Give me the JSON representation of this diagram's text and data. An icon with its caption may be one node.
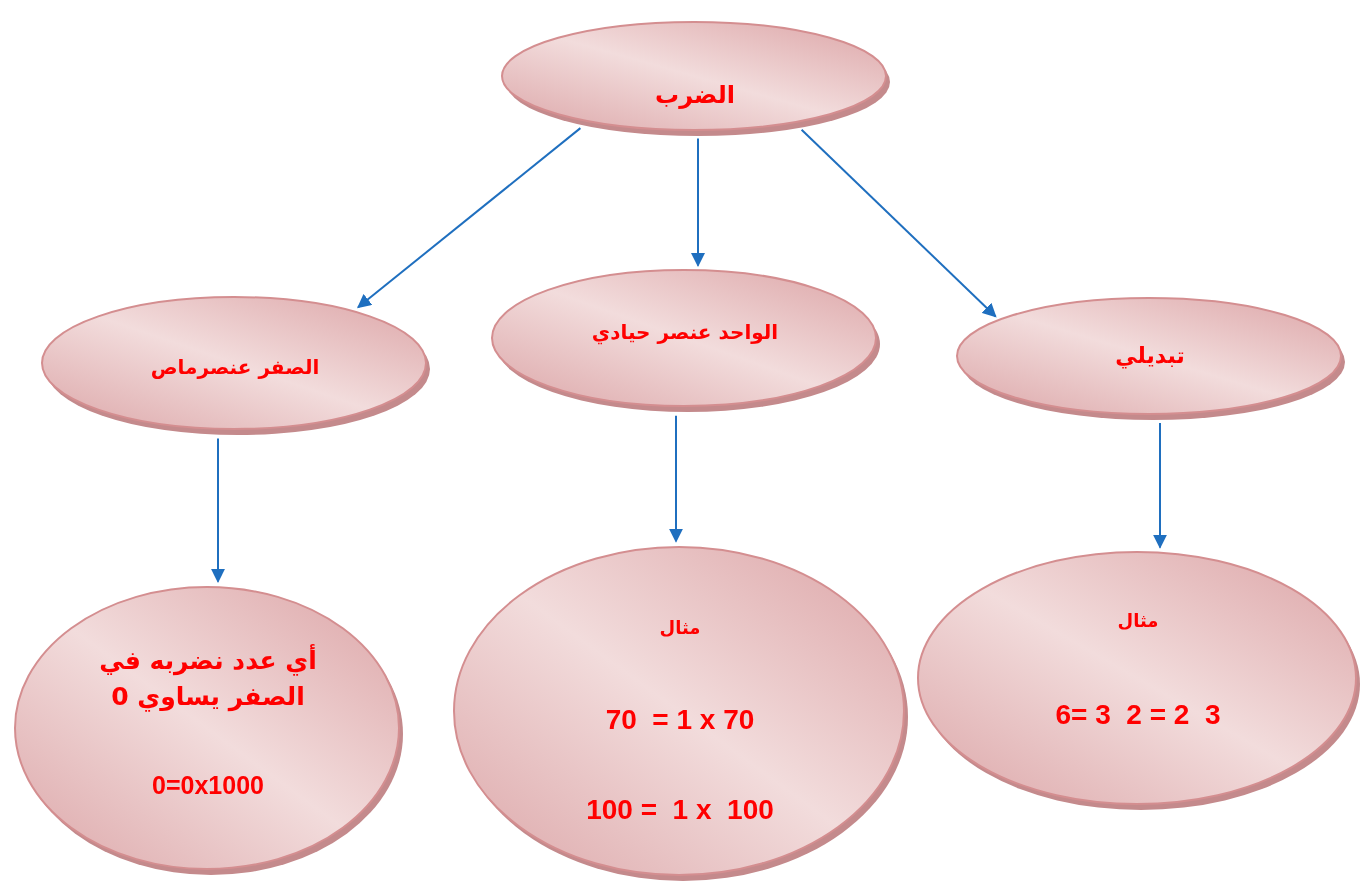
{
  "diagram": {
    "nodes": [
      {
        "text": [
          "الضرب"
        ]
      },
      {
        "text": [
          "الصفر عنصرماص"
        ]
      },
      {
        "text": [
          "الواحد عنصر حيادي"
        ]
      },
      {
        "text": [
          "تبديلي"
        ]
      },
      {
        "text": [
          "أي عدد نضربه في الصفر يساوي 0",
          "0=0x1000"
        ]
      },
      {
        "text": [
          "مثال",
          "70  = 1 x 70",
          "100 =  1 x  100"
        ]
      },
      {
        "text": [
          "مثال",
          "6= 3  2 = 2  3"
        ]
      }
    ],
    "edges": [
      {
        "from": 0,
        "to": 1,
        "arrow": "to"
      },
      {
        "from": 0,
        "to": 2,
        "arrow": "to"
      },
      {
        "from": 0,
        "to": 3,
        "arrow": "to"
      },
      {
        "from": 1,
        "to": 4,
        "arrow": "to"
      },
      {
        "from": 2,
        "to": 5,
        "arrow": "to"
      },
      {
        "from": 3,
        "to": 6,
        "arrow": "to"
      }
    ]
  }
}
